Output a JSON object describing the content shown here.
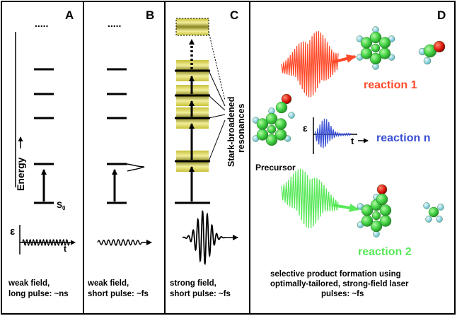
{
  "panels": {
    "a": {
      "letter": "A",
      "energy_label": "Energy",
      "ground_state_label": "S",
      "ground_state_sub": "0",
      "field_symbol": "ε",
      "time_symbol": "t",
      "caption_line1": "weak field,",
      "caption_line2": "long pulse: ~ns"
    },
    "b": {
      "letter": "B",
      "caption_line1": "weak field,",
      "caption_line2": "short pulse: ~fs"
    },
    "c": {
      "letter": "C",
      "stark_line1": "Stark-broadened",
      "stark_line2": "resonances",
      "caption_line1": "strong field,",
      "caption_line2": "short pulse: ~fs"
    },
    "d": {
      "letter": "D",
      "reaction1": "reaction  1",
      "reaction_n": "reaction  n",
      "reaction2": "reaction  2",
      "precursor": "Precursor",
      "field_symbol": "ε",
      "time_symbol": "t",
      "caption_line1": "selective product formation using",
      "caption_line2": "optimally-tailored, strong-field laser",
      "caption_line3": "pulses: ~fs"
    }
  },
  "colors": {
    "reaction1": "#ff4a2a",
    "reaction_n": "#3a4fd6",
    "reaction2": "#59e85a",
    "carbon": "#49d84a",
    "hydrogen": "#86d8e8",
    "oxygen": "#e01a10",
    "band": "#d9d35a"
  }
}
